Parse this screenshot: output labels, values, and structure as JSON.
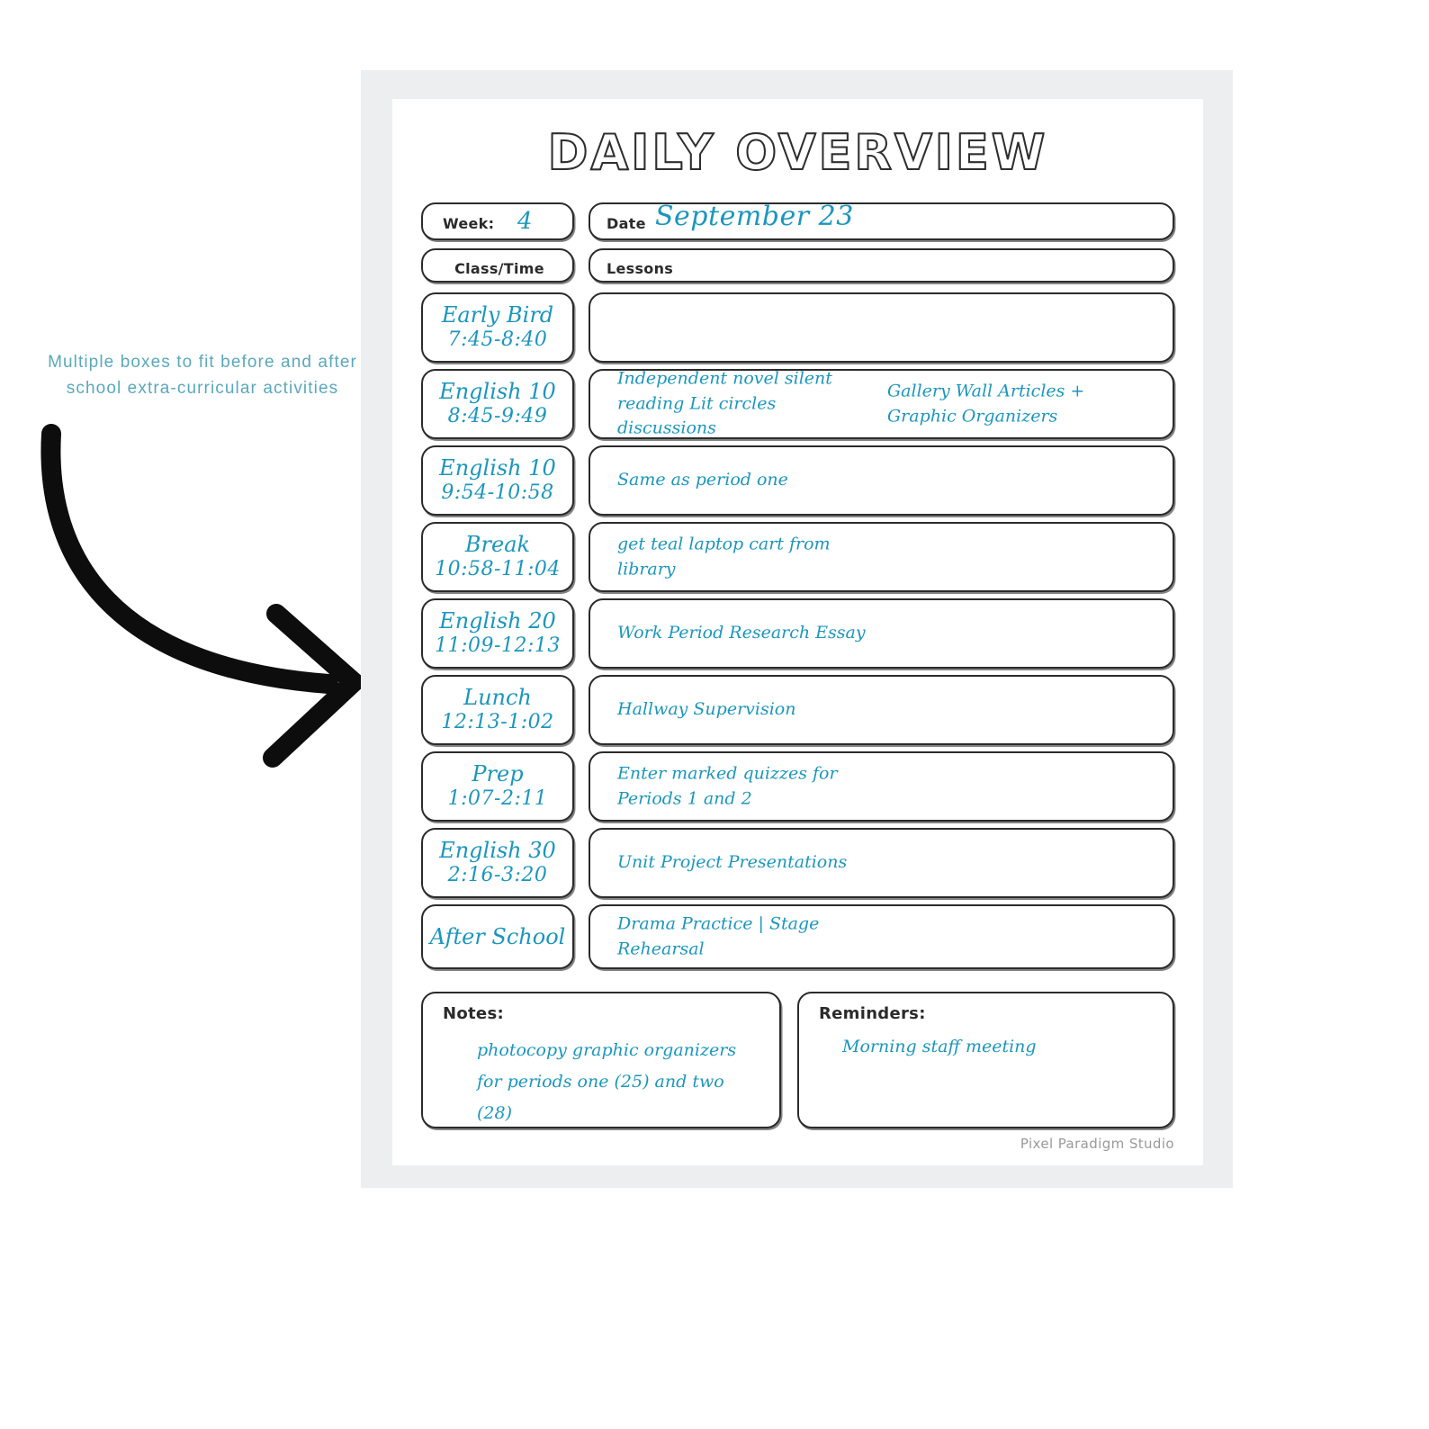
{
  "annotation": {
    "note": "Multiple boxes to fit before and after school extra-curricular activities",
    "arrow_icon": "curved-arrow-right-icon",
    "color": "#5aa8bd"
  },
  "sheet": {
    "title": "DAILY OVERVIEW",
    "watermark": "Pixel Paradigm Studio",
    "ink_color": "#1c96bd",
    "line_color": "#2b2b2b",
    "mat_color": "#eceef0"
  },
  "header": {
    "week_label": "Week:",
    "week_value": "4",
    "date_label": "Date",
    "date_value": "September 23",
    "class_time_label": "Class/Time",
    "lessons_label": "Lessons"
  },
  "schedule": {
    "rows": [
      {
        "period": "Early Bird",
        "time": "7:45-8:40",
        "lesson": "",
        "lesson_alt": ""
      },
      {
        "period": "English 10",
        "time": "8:45-9:49",
        "lesson": "Independent novel silent reading Lit circles discussions",
        "lesson_alt": "Gallery Wall Articles + Graphic Organizers"
      },
      {
        "period": "English 10",
        "time": "9:54-10:58",
        "lesson": "Same as period one",
        "lesson_alt": ""
      },
      {
        "period": "Break",
        "time": "10:58-11:04",
        "lesson": "get teal laptop cart from library",
        "lesson_alt": ""
      },
      {
        "period": "English 20",
        "time": "11:09-12:13",
        "lesson": "Work Period Research Essay",
        "lesson_alt": ""
      },
      {
        "period": "Lunch",
        "time": "12:13-1:02",
        "lesson": "Hallway Supervision",
        "lesson_alt": ""
      },
      {
        "period": "Prep",
        "time": "1:07-2:11",
        "lesson": "Enter marked quizzes for Periods 1 and 2",
        "lesson_alt": ""
      },
      {
        "period": "English 30",
        "time": "2:16-3:20",
        "lesson": "Unit Project Presentations",
        "lesson_alt": ""
      },
      {
        "period": "After School",
        "time": "",
        "lesson": "Drama Practice | Stage Rehearsal",
        "lesson_alt": ""
      }
    ]
  },
  "notes": {
    "title": "Notes:",
    "body": "photocopy graphic organizers for periods one (25) and two (28)"
  },
  "reminders": {
    "title": "Reminders:",
    "body": "Morning staff meeting"
  }
}
